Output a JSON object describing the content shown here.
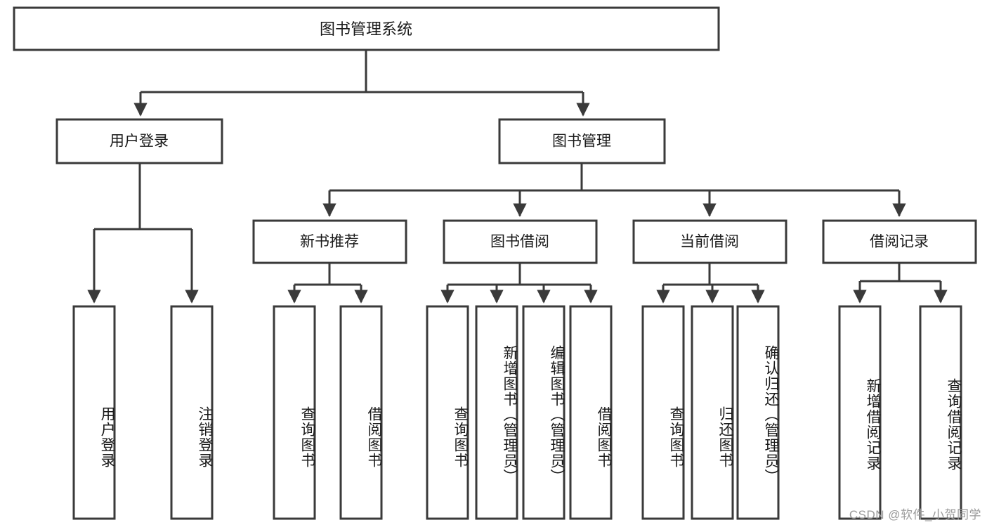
{
  "diagram": {
    "type": "tree-hierarchy",
    "orientation": "top-down",
    "title_node": {
      "label": "图书管理系统"
    },
    "level2": [
      {
        "label": "用户登录"
      },
      {
        "label": "图书管理"
      }
    ],
    "level3": [
      {
        "label": "新书推荐"
      },
      {
        "label": "图书借阅"
      },
      {
        "label": "当前借阅"
      },
      {
        "label": "借阅记录"
      }
    ],
    "leaves": {
      "user_login": [
        {
          "label": "用户登录"
        },
        {
          "label": "注销登录"
        }
      ],
      "new_book_recommend": [
        {
          "label": "查询图书"
        },
        {
          "label": "借阅图书"
        }
      ],
      "book_borrow": [
        {
          "label": "查询图书"
        },
        {
          "label": "新增图书（管理员）"
        },
        {
          "label": "编辑图书（管理员）"
        },
        {
          "label": "借阅图书"
        }
      ],
      "current_borrow": [
        {
          "label": "查询图书"
        },
        {
          "label": "归还图书"
        },
        {
          "label": "确认归还（管理员）"
        }
      ],
      "borrow_record": [
        {
          "label": "新增借阅记录"
        },
        {
          "label": "查询借阅记录"
        }
      ]
    }
  },
  "watermark": {
    "text": "CSDN @软件_小贺同学"
  },
  "colors": {
    "stroke": "#3a3a3a",
    "fill": "#ffffff",
    "text": "#1a1a1a",
    "watermark": "#9a9a9a"
  }
}
